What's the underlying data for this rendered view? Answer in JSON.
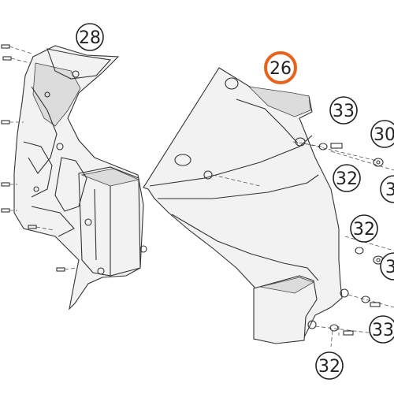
{
  "callouts": {
    "c28": {
      "label": "28"
    },
    "c26": {
      "label": "26",
      "highlight_color": "#e8641c"
    },
    "c33a": {
      "label": "33"
    },
    "c30": {
      "label": "30"
    },
    "c32a": {
      "label": "32"
    },
    "c3a": {
      "label": "3"
    },
    "c32b": {
      "label": "32"
    },
    "c3b": {
      "label": "3"
    },
    "c33b": {
      "label": "33"
    },
    "c32c": {
      "label": "32"
    }
  },
  "colors": {
    "outline": "#333333",
    "highlight": "#e8641c",
    "part_fill": "#f2f2f2",
    "shade": "#dcdcdc"
  }
}
